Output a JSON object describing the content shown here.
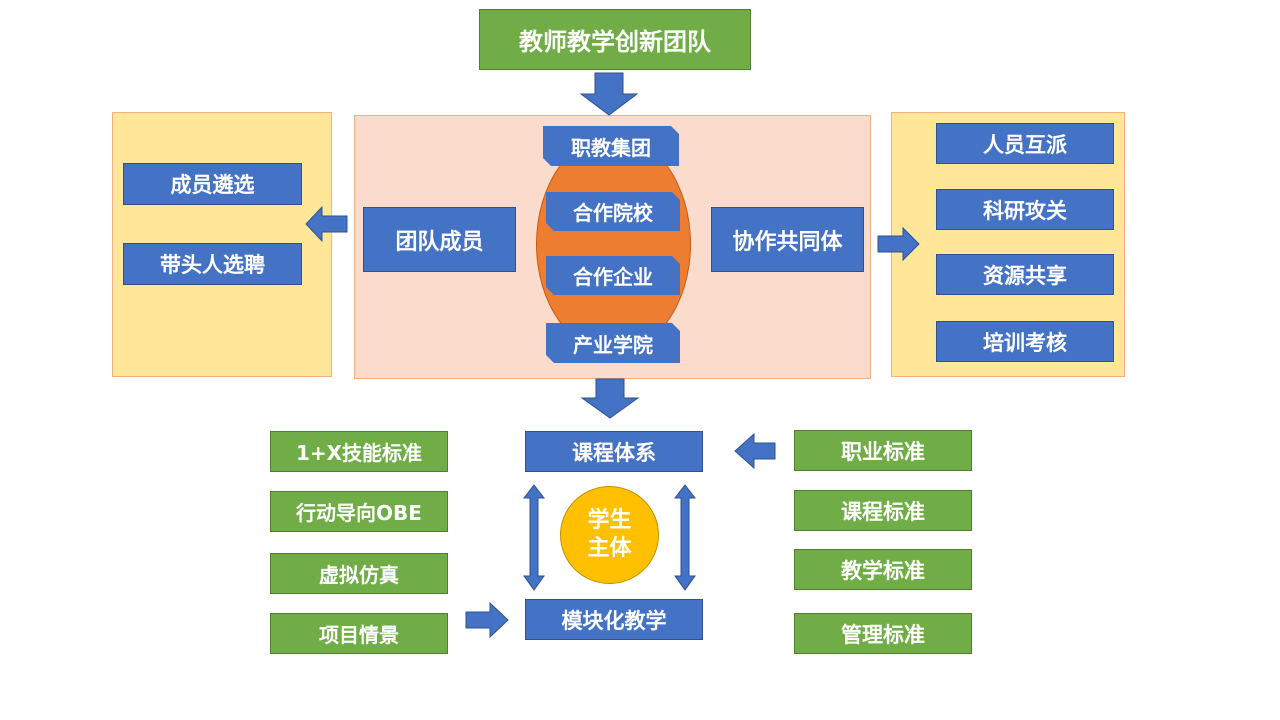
{
  "title": "教师教学创新团队",
  "left_panel": {
    "items": [
      "成员遴选",
      "带头人选聘"
    ]
  },
  "center_panel": {
    "left_label": "团队成员",
    "right_label": "协作共同体",
    "tabs": [
      "职教集团",
      "合作院校",
      "合作企业",
      "产业学院"
    ]
  },
  "right_panel": {
    "items": [
      "人员互派",
      "科研攻关",
      "资源共享",
      "培训考核"
    ]
  },
  "bottom": {
    "left_items": [
      "1+X技能标准",
      "行动导向OBE",
      "虚拟仿真",
      "项目情景"
    ],
    "curriculum_system": "课程体系",
    "modular_teaching": "模块化教学",
    "student_center": [
      "学生",
      "主体"
    ],
    "right_items": [
      "职业标准",
      "课程标准",
      "教学标准",
      "管理标准"
    ]
  },
  "colors": {
    "green": "#70ad47",
    "blue": "#4472c4",
    "arrow_blue": "#4472c4",
    "panel_yellow": "#ffe699",
    "panel_peach": "#fadbcc",
    "orange_ellipse": "#ed7d31",
    "student_circle": "#ffc000"
  }
}
